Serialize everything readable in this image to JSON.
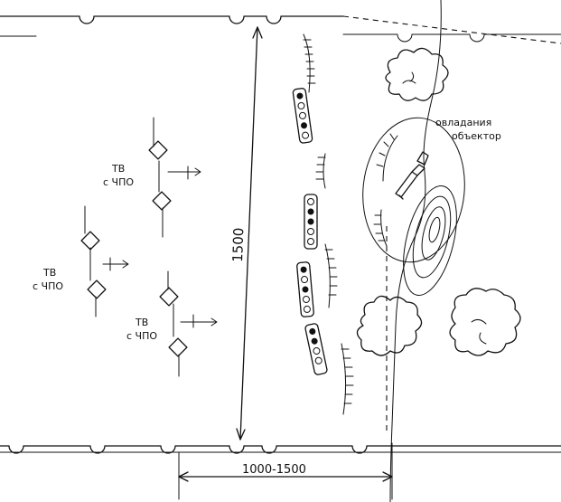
{
  "labels": {
    "unit_a": "ТВ",
    "unit_a_sub": "с ЧПО",
    "unit_b": "ТВ",
    "unit_b_sub": "с ЧПО",
    "unit_c": "ТВ",
    "unit_c_sub": "с ЧПО",
    "depth_label": "1500",
    "width_label": "1000-1500",
    "objective_line1": "овладания",
    "objective_line2": "объектор"
  },
  "colors": {
    "ink": "#111111",
    "paper": "#ffffff"
  },
  "icons": [
    "unit-diamond-icon",
    "forest-cloud-icon",
    "hill-contour-icon",
    "trench-hatch-icon"
  ]
}
